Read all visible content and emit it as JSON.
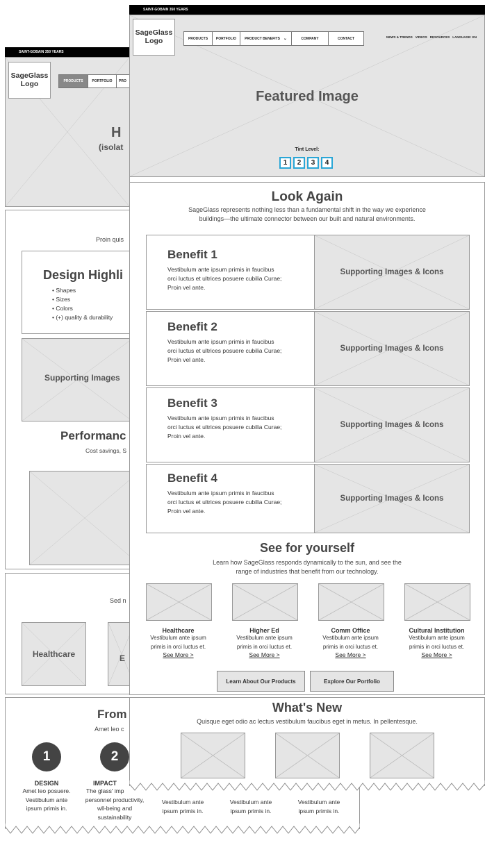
{
  "back": {
    "topbar": "SAINT-GOBAIN 350 YEARS",
    "logo": [
      "SageGlass",
      "Logo"
    ],
    "nav": [
      "PRODUCTS",
      "PORTFOLIO",
      "PRO"
    ],
    "hero_title": "H",
    "hero_sub": "(isolat",
    "intro_text": "Proin quis",
    "design_title": "Design Highli",
    "design_bullets": [
      "• Shapes",
      "• Sizes",
      "• Colors",
      "• (+) quality & durability"
    ],
    "supporting_label": "Supporting Images",
    "performance_title": "Performanc",
    "performance_sub": "Cost savings, S",
    "sed_text": "Sed n",
    "healthcare_label": "Healthcare",
    "e_label": "E",
    "from_title": "From",
    "amet_text": "Amet leo c",
    "steps": [
      {
        "num": "1",
        "title": "DESIGN",
        "lines": [
          "Amet leo posuere.",
          "Vestibulum ante",
          "ipsum primis in."
        ]
      },
      {
        "num": "2",
        "title": "IMPACT",
        "lines": [
          "The glass' imp",
          "personnel productivity,",
          "wll-being and",
          "sustainability"
        ]
      }
    ],
    "extra_cols": [
      [
        "Vestibulum ante",
        "ipsum primis in."
      ],
      [
        "Vestibulum ante",
        "ipsum primis in."
      ],
      [
        "Vestibulum ante",
        "ipsum primis in."
      ]
    ]
  },
  "front": {
    "topbar": "SAINT-GOBAIN 350 YEARS",
    "logo": [
      "SageGlass",
      "Logo"
    ],
    "nav": [
      {
        "label": "PRODUCTS"
      },
      {
        "label": "PORTFOLIO"
      },
      {
        "label": "PRODUCT BENEFITS"
      },
      {
        "label": "COMPANY"
      },
      {
        "label": "CONTACT"
      }
    ],
    "utility": [
      "NEWS & TRENDS",
      "VIDEOS",
      "RESOURCES",
      "LANGUAGE: EN"
    ],
    "featured": "Featured Image",
    "tint_label": "Tint Level:",
    "tint_levels": [
      "1",
      "2",
      "3",
      "4"
    ],
    "look_title": "Look Again",
    "look_sub": [
      "SageGlass represents nothing less than a fundamental shift in the way we experience",
      "buildings—the ultimate connector between our built and natural environments."
    ],
    "benefits": [
      {
        "title": "Benefit 1",
        "lines": [
          "Vestibulum ante ipsum primis in faucibus",
          "orci luctus et ultrices posuere cubilia Curae;",
          "Proin vel ante."
        ],
        "image": "Supporting Images & Icons"
      },
      {
        "title": "Benefit 2",
        "lines": [
          "Vestibulum ante ipsum primis in faucibus",
          "orci luctus et ultrices posuere cubilia Curae;",
          "Proin vel ante."
        ],
        "image": "Supporting Images & Icons"
      },
      {
        "title": "Benefit 3",
        "lines": [
          "Vestibulum ante ipsum primis in faucibus",
          "orci luctus et ultrices posuere cubilia Curae;",
          "Proin vel ante."
        ],
        "image": "Supporting Images & Icons"
      },
      {
        "title": "Benefit 4",
        "lines": [
          "Vestibulum ante ipsum primis in faucibus",
          "orci luctus et ultrices posuere cubilia Curae;",
          "Proin vel ante."
        ],
        "image": "Supporting Images & Icons"
      }
    ],
    "see_title": "See for yourself",
    "see_sub": [
      "Learn how SageGlass responds dynamically to the sun, and see the",
      "range of industries that benefit from our technology."
    ],
    "industries": [
      {
        "title": "Healthcare",
        "lines": [
          "Vestibulum ante ipsum",
          "primis in orci luctus et."
        ],
        "link": "See More >"
      },
      {
        "title": "Higher Ed",
        "lines": [
          "Vestibulum ante ipsum",
          "primis in orci luctus et."
        ],
        "link": "See More >"
      },
      {
        "title": "Comm Office",
        "lines": [
          "Vestibulum ante ipsum",
          "primis in orci luctus et."
        ],
        "link": "See More >"
      },
      {
        "title": "Cultural Institution",
        "lines": [
          "Vestibulum ante ipsum",
          "primis in orci luctus et."
        ],
        "link": "See More >"
      }
    ],
    "buttons": [
      "Learn About Our Products",
      "Explore Our Portfolio"
    ],
    "news_title": "What's New",
    "news_sub": "Quisque eget odio ac lectus vestibulum faucibus eget in metus. In pellentesque."
  }
}
